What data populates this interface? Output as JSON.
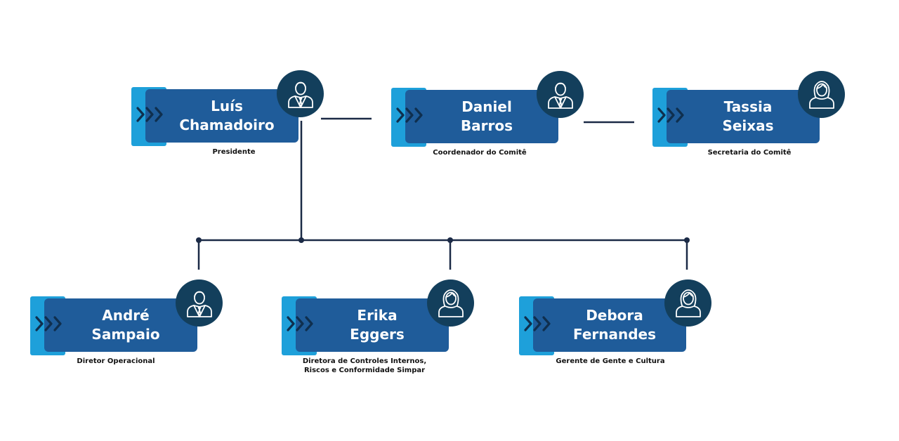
{
  "people": [
    {
      "first": "Luís",
      "last": "Chamadoiro",
      "role": "Presidente",
      "avatar": "male-suit-icon"
    },
    {
      "first": "Daniel",
      "last": "Barros",
      "role": "Coordenador do Comitê",
      "avatar": "male-suit-icon"
    },
    {
      "first": "Tassia",
      "last": "Seixas",
      "role": "Secretaria do Comitê",
      "avatar": "female-person-icon"
    },
    {
      "first": "André",
      "last": "Sampaio",
      "role": "Diretor Operacional",
      "avatar": "male-suit-icon"
    },
    {
      "first": "Erika",
      "last": "Eggers",
      "role": "Diretora de Controles Internos, Riscos e Conformidade Simpar",
      "avatar": "female-person-icon"
    },
    {
      "first": "Debora",
      "last": "Fernandes",
      "role": "Gerente de Gente e Cultura",
      "avatar": "female-person-icon"
    }
  ],
  "colors": {
    "accent": "#1ea0da",
    "card": "#1f5c9a",
    "avatar_bg": "#133f5c",
    "chevron": "#0f2f4e",
    "line": "#1b2a46"
  }
}
